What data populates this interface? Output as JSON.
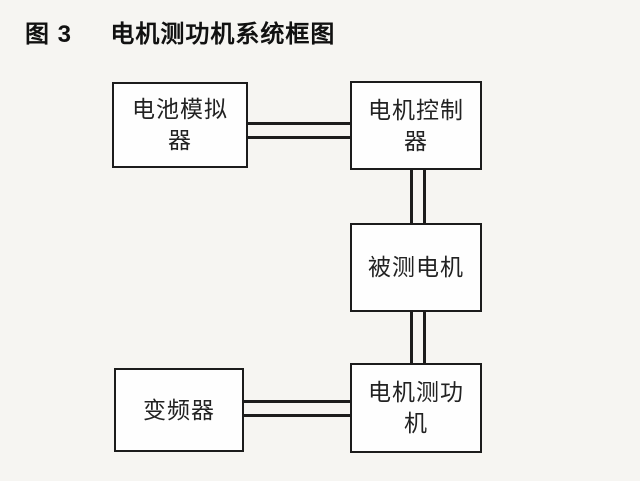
{
  "title": {
    "figure_no": "图 3",
    "caption": "电机测功机系统框图"
  },
  "diagram": {
    "type": "block-diagram",
    "nodes": [
      {
        "id": "battery-simulator",
        "label": "电池模拟器",
        "display": "电池模拟\n器"
      },
      {
        "id": "motor-controller",
        "label": "电机控制器",
        "display": "电机控制\n器"
      },
      {
        "id": "motor-under-test",
        "label": "被测电机",
        "display": "被测电机"
      },
      {
        "id": "motor-dynamometer",
        "label": "电机测功机",
        "display": "电机测功\n机"
      },
      {
        "id": "inverter",
        "label": "变频器",
        "display": "变频器"
      }
    ],
    "connections": [
      {
        "from": "电池模拟器",
        "to": "电机控制器",
        "style": "double-line",
        "orientation": "horizontal"
      },
      {
        "from": "电机控制器",
        "to": "被测电机",
        "style": "double-line",
        "orientation": "vertical"
      },
      {
        "from": "被测电机",
        "to": "电机测功机",
        "style": "double-line",
        "orientation": "vertical"
      },
      {
        "from": "变频器",
        "to": "电机测功机",
        "style": "double-line",
        "orientation": "horizontal"
      }
    ],
    "colors": {
      "background": "#f6f5f2",
      "box_fill": "#fefefe",
      "box_border": "#1c1c1c",
      "connector_line": "#1c1c1c",
      "title_text": "#111111",
      "label_text": "#222222"
    }
  }
}
